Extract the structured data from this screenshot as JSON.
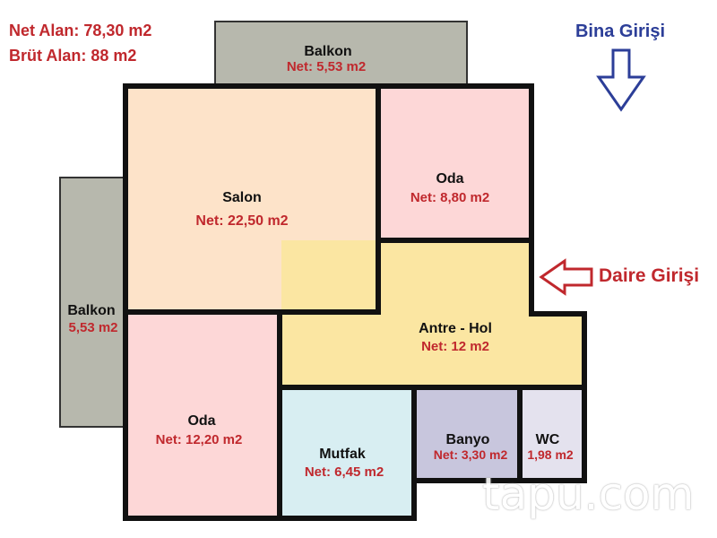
{
  "summary": {
    "net_area": "Net Alan: 78,30 m2",
    "gross_area": "Brüt Alan: 88 m2"
  },
  "entrances": {
    "building": "Bina Girişi",
    "apartment": "Daire Girişi"
  },
  "rooms": {
    "balkon_top": {
      "name": "Balkon",
      "area": "Net: 5,53 m2"
    },
    "balkon_left": {
      "name": "Balkon",
      "area": "5,53 m2"
    },
    "salon": {
      "name": "Salon",
      "area": "Net: 22,50 m2"
    },
    "oda_top": {
      "name": "Oda",
      "area": "Net: 8,80 m2"
    },
    "antre": {
      "name": "Antre - Hol",
      "area": "Net: 12 m2"
    },
    "oda_bottom": {
      "name": "Oda",
      "area": "Net: 12,20 m2"
    },
    "mutfak": {
      "name": "Mutfak",
      "area": "Net: 6,45 m2"
    },
    "banyo": {
      "name": "Banyo",
      "area": "Net: 3,30 m2"
    },
    "wc": {
      "name": "WC",
      "area": "1,98 m2"
    }
  },
  "colors": {
    "balkon": "#b7b8ad",
    "salon": "#fde3c9",
    "oda": "#fdd7d7",
    "antre": "#fbe6a2",
    "mutfak": "#d8eef2",
    "banyo": "#c8c6dd",
    "wc": "#e4e2ee",
    "wall": "#111111",
    "building_arrow": "#2c3e98",
    "apartment_arrow": "#c0282d"
  },
  "watermark": "tapu.com"
}
